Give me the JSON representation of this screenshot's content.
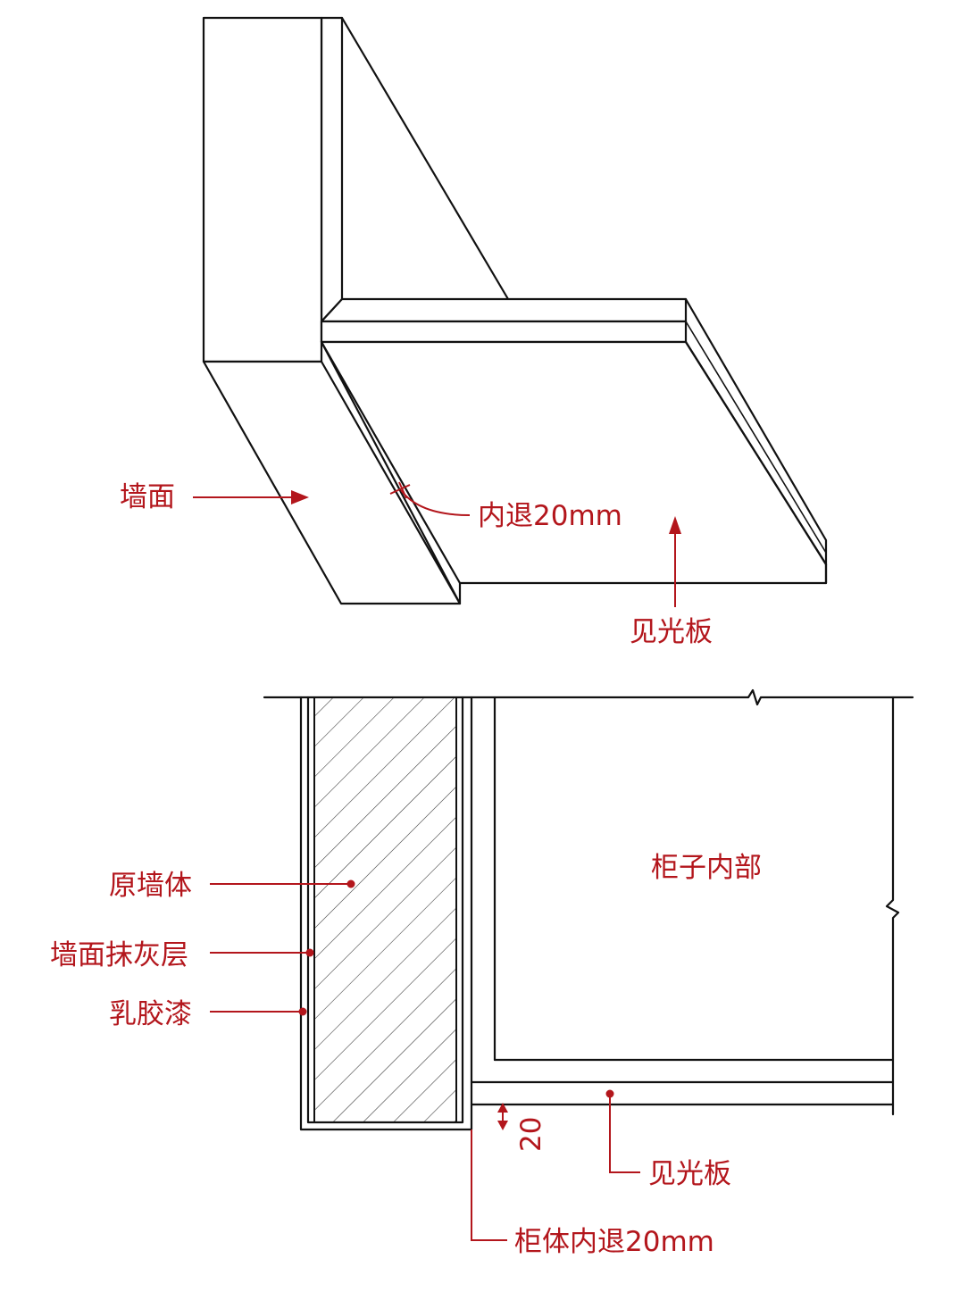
{
  "colors": {
    "line": "#111111",
    "label": "#b3161c",
    "background": "#ffffff"
  },
  "top_view": {
    "wall_label": "墙面",
    "setback_label": "内退20mm",
    "panel_label": "见光板"
  },
  "section_view": {
    "original_wall_label": "原墙体",
    "plaster_label": "墙面抹灰层",
    "latex_paint_label": "乳胶漆",
    "cabinet_interior_label": "柜子内部",
    "panel_label": "见光板",
    "dimension_value": "20",
    "cabinet_setback_label": "柜体内退20mm"
  }
}
